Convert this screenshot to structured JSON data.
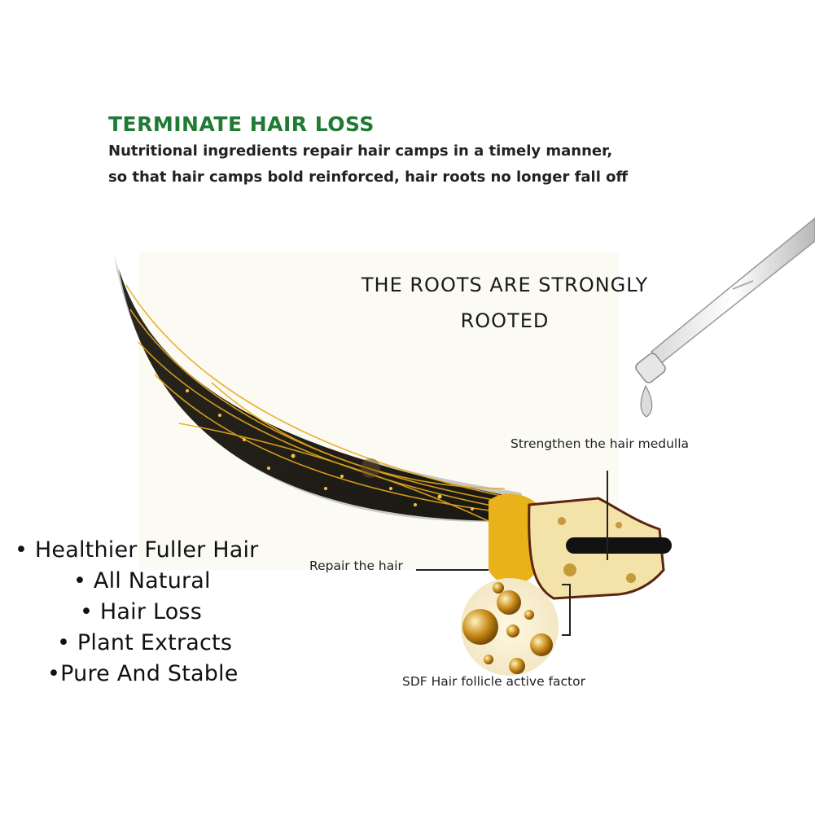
{
  "headline": "TERMINATE HAIR LOSS",
  "subtitle_lines": [
    "Nutritional ingredients repair hair camps in a timely manner,",
    "so that hair camps bold reinforced, hair roots no longer fall off"
  ],
  "roots_heading": [
    "THE ROOTS ARE STRONGLY",
    "ROOTED"
  ],
  "features": [
    "• Healthier Fuller Hair",
    "• All Natural",
    "• Hair Loss",
    "• Plant Extracts",
    "•Pure And Stable"
  ],
  "callouts": {
    "medulla": "Strengthen the hair medulla",
    "repair": "Repair the hair",
    "sdf": "SDF Hair follicle active factor"
  },
  "colors": {
    "headline_green": "#1f7a32",
    "gold": "#e9b21a",
    "hair_dark": "#1e1a12"
  }
}
